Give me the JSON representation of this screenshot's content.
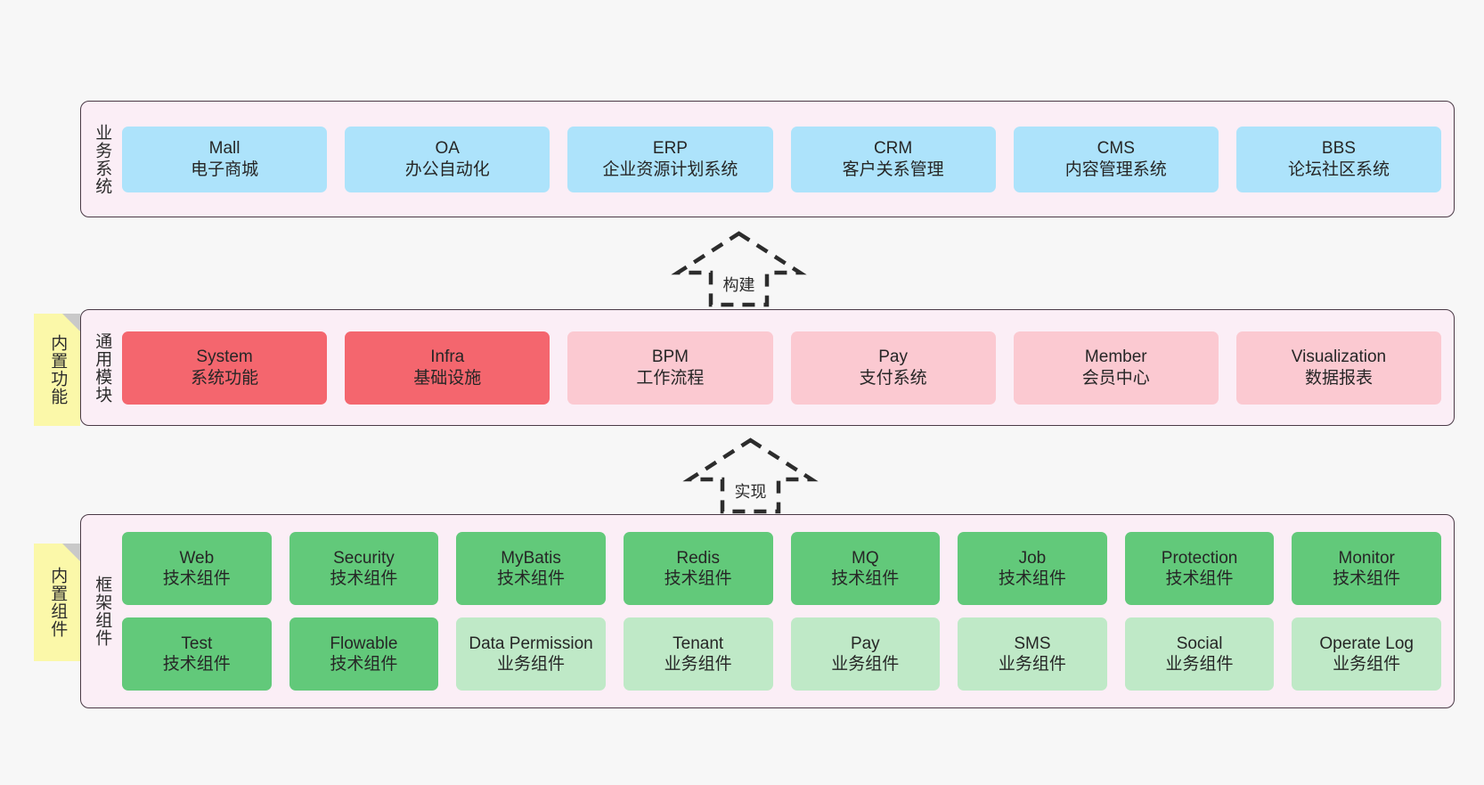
{
  "diagram": {
    "background_color": "#f7f7f7",
    "band_color": "#fbeef6",
    "band_border_color": "#4a3a46",
    "note_color": "#fbf8a9"
  },
  "notes": [
    {
      "id": "builtin-function",
      "text": "内置功能"
    },
    {
      "id": "builtin-component",
      "text": "内置组件"
    }
  ],
  "arrows": [
    {
      "id": "build",
      "label": "构建",
      "style": "dashed-hollow-up"
    },
    {
      "id": "realize",
      "label": "实现",
      "style": "dashed-hollow-up"
    }
  ],
  "layers": [
    {
      "id": "business",
      "title": "业务系统",
      "rows": [
        {
          "cells": [
            {
              "name": "Mall",
              "desc": "电子商城",
              "color": "#ade3fb",
              "style": "c-blue"
            },
            {
              "name": "OA",
              "desc": "办公自动化",
              "color": "#ade3fb",
              "style": "c-blue"
            },
            {
              "name": "ERP",
              "desc": "企业资源计划系统",
              "color": "#ade3fb",
              "style": "c-blue"
            },
            {
              "name": "CRM",
              "desc": "客户关系管理",
              "color": "#ade3fb",
              "style": "c-blue"
            },
            {
              "name": "CMS",
              "desc": "内容管理系统",
              "color": "#ade3fb",
              "style": "c-blue"
            },
            {
              "name": "BBS",
              "desc": "论坛社区系统",
              "color": "#ade3fb",
              "style": "c-blue"
            }
          ]
        }
      ]
    },
    {
      "id": "common",
      "title": "通用模块",
      "rows": [
        {
          "cells": [
            {
              "name": "System",
              "desc": "系统功能",
              "color": "#f4666e",
              "style": "c-red"
            },
            {
              "name": "Infra",
              "desc": "基础设施",
              "color": "#f4666e",
              "style": "c-red"
            },
            {
              "name": "BPM",
              "desc": "工作流程",
              "color": "#fbc9d1",
              "style": "c-pink"
            },
            {
              "name": "Pay",
              "desc": "支付系统",
              "color": "#fbc9d1",
              "style": "c-pink"
            },
            {
              "name": "Member",
              "desc": "会员中心",
              "color": "#fbc9d1",
              "style": "c-pink"
            },
            {
              "name": "Visualization",
              "desc": "数据报表",
              "color": "#fbc9d1",
              "style": "c-pink"
            }
          ]
        }
      ]
    },
    {
      "id": "framework",
      "title": "框架组件",
      "rows": [
        {
          "cells": [
            {
              "name": "Web",
              "desc": "技术组件",
              "color": "#62c97a",
              "style": "c-green"
            },
            {
              "name": "Security",
              "desc": "技术组件",
              "color": "#62c97a",
              "style": "c-green"
            },
            {
              "name": "MyBatis",
              "desc": "技术组件",
              "color": "#62c97a",
              "style": "c-green"
            },
            {
              "name": "Redis",
              "desc": "技术组件",
              "color": "#62c97a",
              "style": "c-green"
            },
            {
              "name": "MQ",
              "desc": "技术组件",
              "color": "#62c97a",
              "style": "c-green"
            },
            {
              "name": "Job",
              "desc": "技术组件",
              "color": "#62c97a",
              "style": "c-green"
            },
            {
              "name": "Protection",
              "desc": "技术组件",
              "color": "#62c97a",
              "style": "c-green"
            },
            {
              "name": "Monitor",
              "desc": "技术组件",
              "color": "#62c97a",
              "style": "c-green"
            }
          ]
        },
        {
          "cells": [
            {
              "name": "Test",
              "desc": "技术组件",
              "color": "#62c97a",
              "style": "c-green"
            },
            {
              "name": "Flowable",
              "desc": "技术组件",
              "color": "#62c97a",
              "style": "c-green"
            },
            {
              "name": "Data Permission",
              "desc": "业务组件",
              "color": "#bfe9c7",
              "style": "c-greenlight"
            },
            {
              "name": "Tenant",
              "desc": "业务组件",
              "color": "#bfe9c7",
              "style": "c-greenlight"
            },
            {
              "name": "Pay",
              "desc": "业务组件",
              "color": "#bfe9c7",
              "style": "c-greenlight"
            },
            {
              "name": "SMS",
              "desc": "业务组件",
              "color": "#bfe9c7",
              "style": "c-greenlight"
            },
            {
              "name": "Social",
              "desc": "业务组件",
              "color": "#bfe9c7",
              "style": "c-greenlight"
            },
            {
              "name": "Operate Log",
              "desc": "业务组件",
              "color": "#bfe9c7",
              "style": "c-greenlight"
            }
          ]
        }
      ]
    }
  ]
}
